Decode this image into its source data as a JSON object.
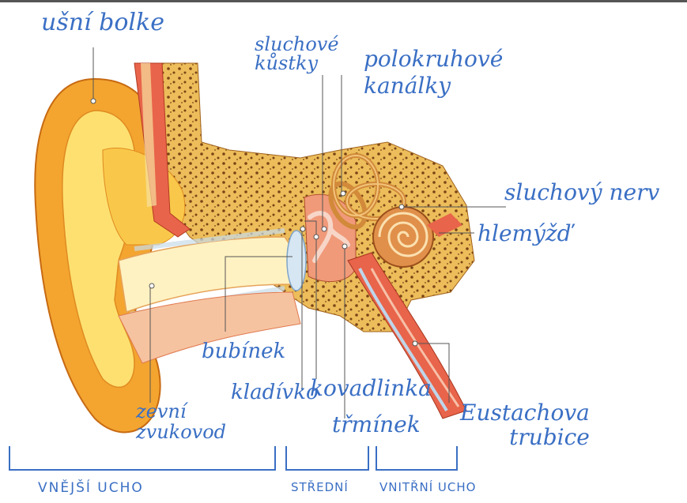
{
  "labels": {
    "usni_bolce": "ušní bolke",
    "sluchove_kustky": "sluchové\nkůstky",
    "polokruhove_kanalky": "polokruhové\nkanálky",
    "sluchovy_nerv": "sluchový nerv",
    "hlemyzd": "hlemýžď",
    "bubinek": "bubínek",
    "kladivko": "kladívko",
    "kovadlinka": "kovadlinka",
    "trminek": "třmínek",
    "zevni_zvukovod": "zevní\nzvukovod",
    "eustachova_trubice": "Eustachova\ntrubice"
  },
  "sections": {
    "outer": "VNĚJŠÍ UCHO",
    "middle": "STŘEDNÍ",
    "inner": "VNITŘNÍ UCHO"
  },
  "colors": {
    "ink": "#3a6fc4",
    "skin_outer": "#f6b23c",
    "skin_inner": "#fde27a",
    "canal": "#fff3c8",
    "bone": "#e8b24e",
    "bone_dots": "#6b3a12",
    "muscle": "#e8644a",
    "pink": "#f4a7a0"
  }
}
